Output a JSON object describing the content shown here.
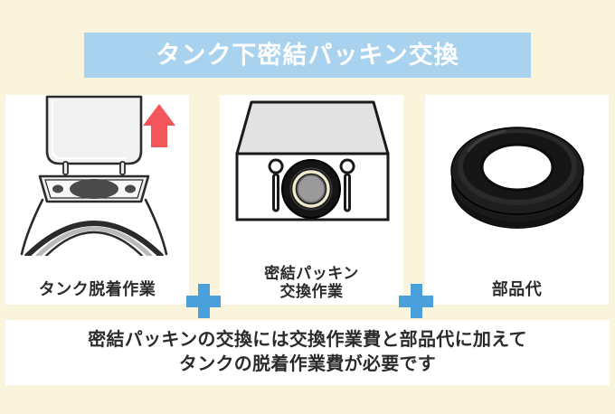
{
  "background_color": "#faf4dd",
  "banner": {
    "title": "タンク下密結パッキン交換",
    "bg_color": "#a8d2ee",
    "text_color": "#ffffff"
  },
  "panels": [
    {
      "id": "tank-removal",
      "label": "タンク脱着作業",
      "label_lines": [
        "タンク脱着作業"
      ],
      "illustration": "toilet-tank-lift-with-red-arrow",
      "arrow_color": "#f2565a"
    },
    {
      "id": "gasket-replacement",
      "label": "密結パッキン交換作業",
      "label_lines": [
        "密結パッキン",
        "交換作業"
      ],
      "illustration": "tank-underside-with-gasket"
    },
    {
      "id": "parts-cost",
      "label": "部品代",
      "label_lines": [
        "部品代"
      ],
      "illustration": "black-rubber-gasket-ring"
    }
  ],
  "operators": {
    "plus_symbol": "+",
    "plus_color": "#49a0db",
    "count": 2
  },
  "note": {
    "lines": [
      "密結パッキンの交換には交換作業費と部品代に加えて",
      "タンクの脱着作業費が必要です"
    ],
    "bg_color": "#ffffff",
    "text_color": "#2b2b2b"
  }
}
